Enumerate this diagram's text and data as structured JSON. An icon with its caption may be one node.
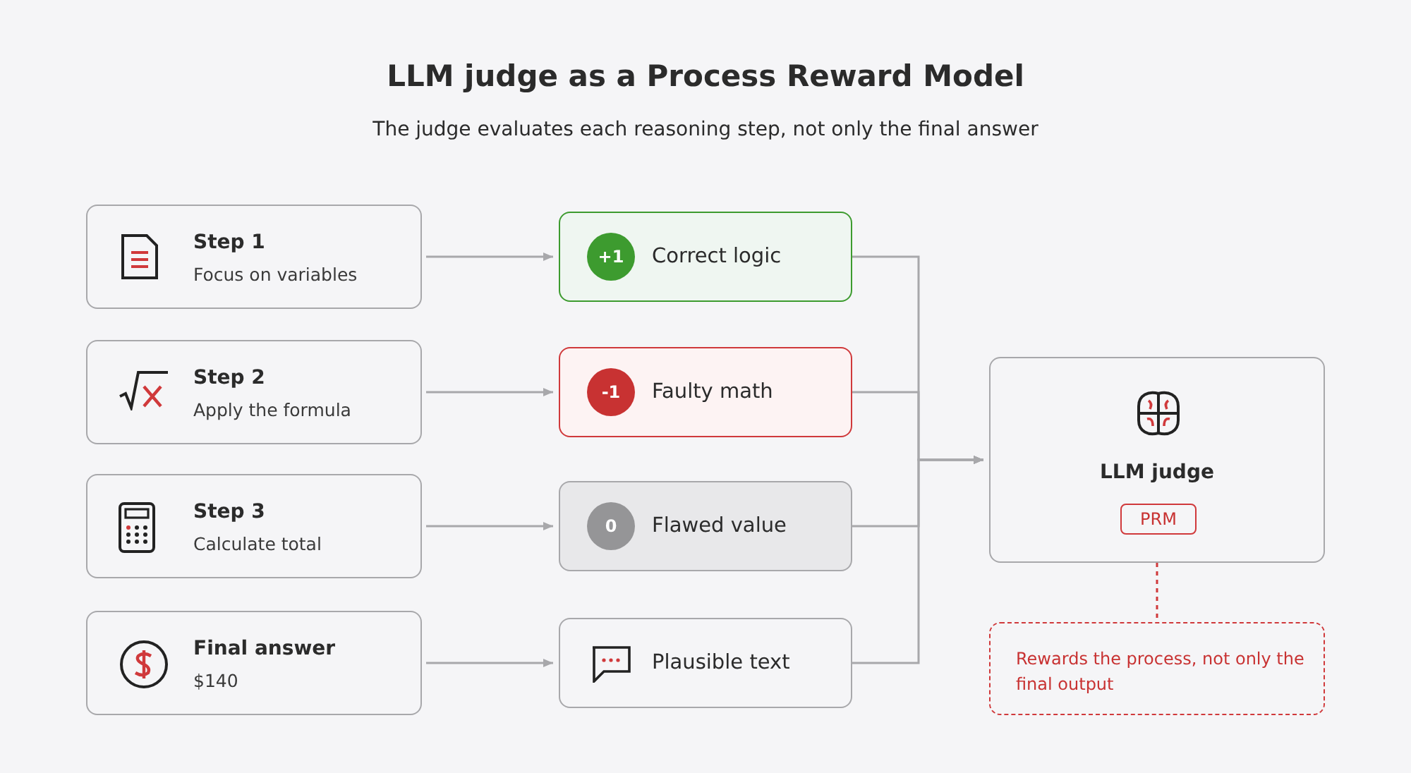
{
  "diagram": {
    "title": "LLM judge as a Process Reward Model",
    "caption": "The judge evaluates each reasoning step, not only the final answer",
    "nodes": [
      {
        "text": [
          "Step 1",
          "Focus on variables"
        ]
      },
      {
        "text": [
          "Step 2",
          "Apply the formula"
        ]
      },
      {
        "text": [
          "Step 3",
          "Calculate total"
        ]
      },
      {
        "text": [
          "Final answer",
          "$140"
        ]
      },
      {
        "text": [
          "+1",
          "Correct logic"
        ]
      },
      {
        "text": [
          "-1",
          "Faulty math"
        ]
      },
      {
        "text": [
          "0",
          "Flawed value"
        ]
      },
      {
        "text": [
          "Plausible text"
        ]
      },
      {
        "text": [
          "LLM judge",
          "PRM"
        ]
      },
      {
        "text": [
          "Rewards the process, not only the final output"
        ]
      }
    ],
    "edges": [
      {
        "from": 0,
        "to": 4,
        "arrow": "to"
      },
      {
        "from": 1,
        "to": 5,
        "arrow": "to"
      },
      {
        "from": 2,
        "to": 6,
        "arrow": "to"
      },
      {
        "from": 3,
        "to": 7,
        "arrow": "to"
      },
      {
        "from": 4,
        "to": 8,
        "arrow": "to"
      },
      {
        "from": 5,
        "to": 8,
        "arrow": "to"
      },
      {
        "from": 6,
        "to": 8,
        "arrow": "to"
      },
      {
        "from": 7,
        "to": 8,
        "arrow": "to"
      },
      {
        "from": 8,
        "to": 9,
        "arrow": "none",
        "style": "dashed",
        "color": "#d0393b"
      }
    ]
  }
}
